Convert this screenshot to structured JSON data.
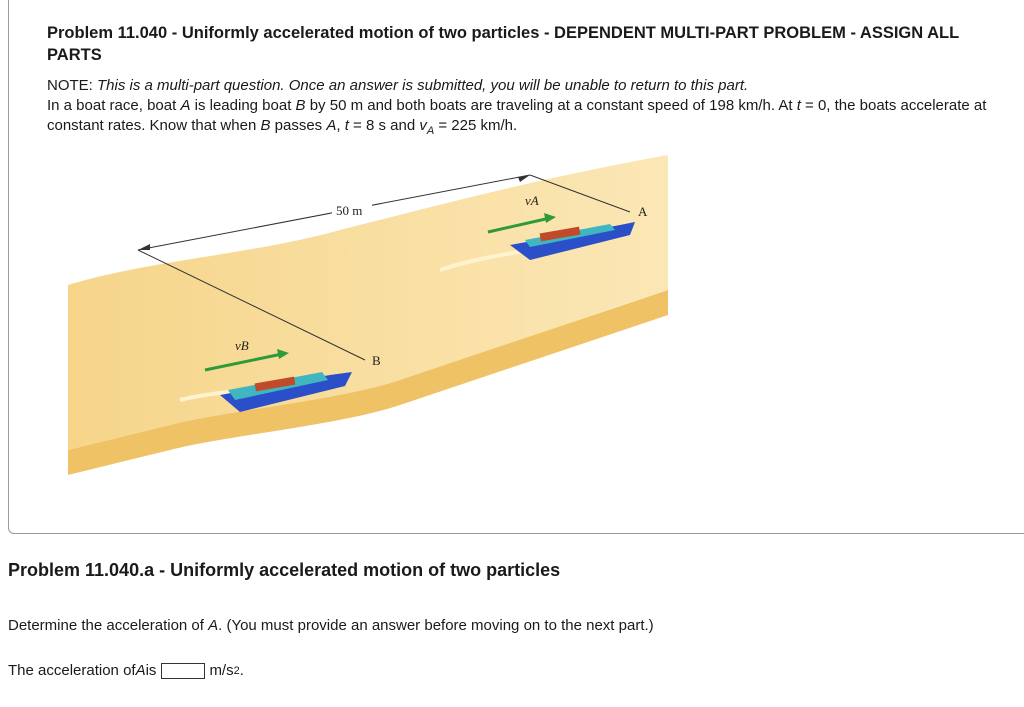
{
  "problem": {
    "title": "Problem 11.040 - Uniformly accelerated motion of two particles - DEPENDENT MULTI-PART PROBLEM - ASSIGN ALL PARTS",
    "note_label": "NOTE:",
    "note_text": "This is a multi-part question. Once an answer is submitted, you will be unable to return to this part.",
    "statement_1": "In a boat race, boat ",
    "var_A": "A",
    "statement_2": " is leading boat ",
    "var_B": "B",
    "statement_3": " by 50 m and both boats are traveling at a constant speed of 198 km/h. At ",
    "var_t": "t",
    "statement_4": " = 0, the boats accelerate at constant rates. Know that when ",
    "statement_5": " passes ",
    "statement_6": ", ",
    "statement_7": " = 8 s and ",
    "var_v": "v",
    "sub_A": "A",
    "statement_8": " = 225 km/h."
  },
  "figure": {
    "distance_label": "50 m",
    "label_vA": "vA",
    "label_A": "A",
    "label_vB": "vB",
    "label_B": "B"
  },
  "part_a": {
    "title": "Problem 11.040.a - Uniformly accelerated motion of two particles",
    "instr_1": "Determine the acceleration of ",
    "instr_var": "A",
    "instr_2": ". (You must provide an answer before moving on to the next part.)",
    "answer_prefix": "The acceleration of ",
    "answer_var": "A",
    "answer_is": " is",
    "answer_value": "",
    "unit": "m/s",
    "unit_exp": "2",
    "unit_period": "."
  }
}
